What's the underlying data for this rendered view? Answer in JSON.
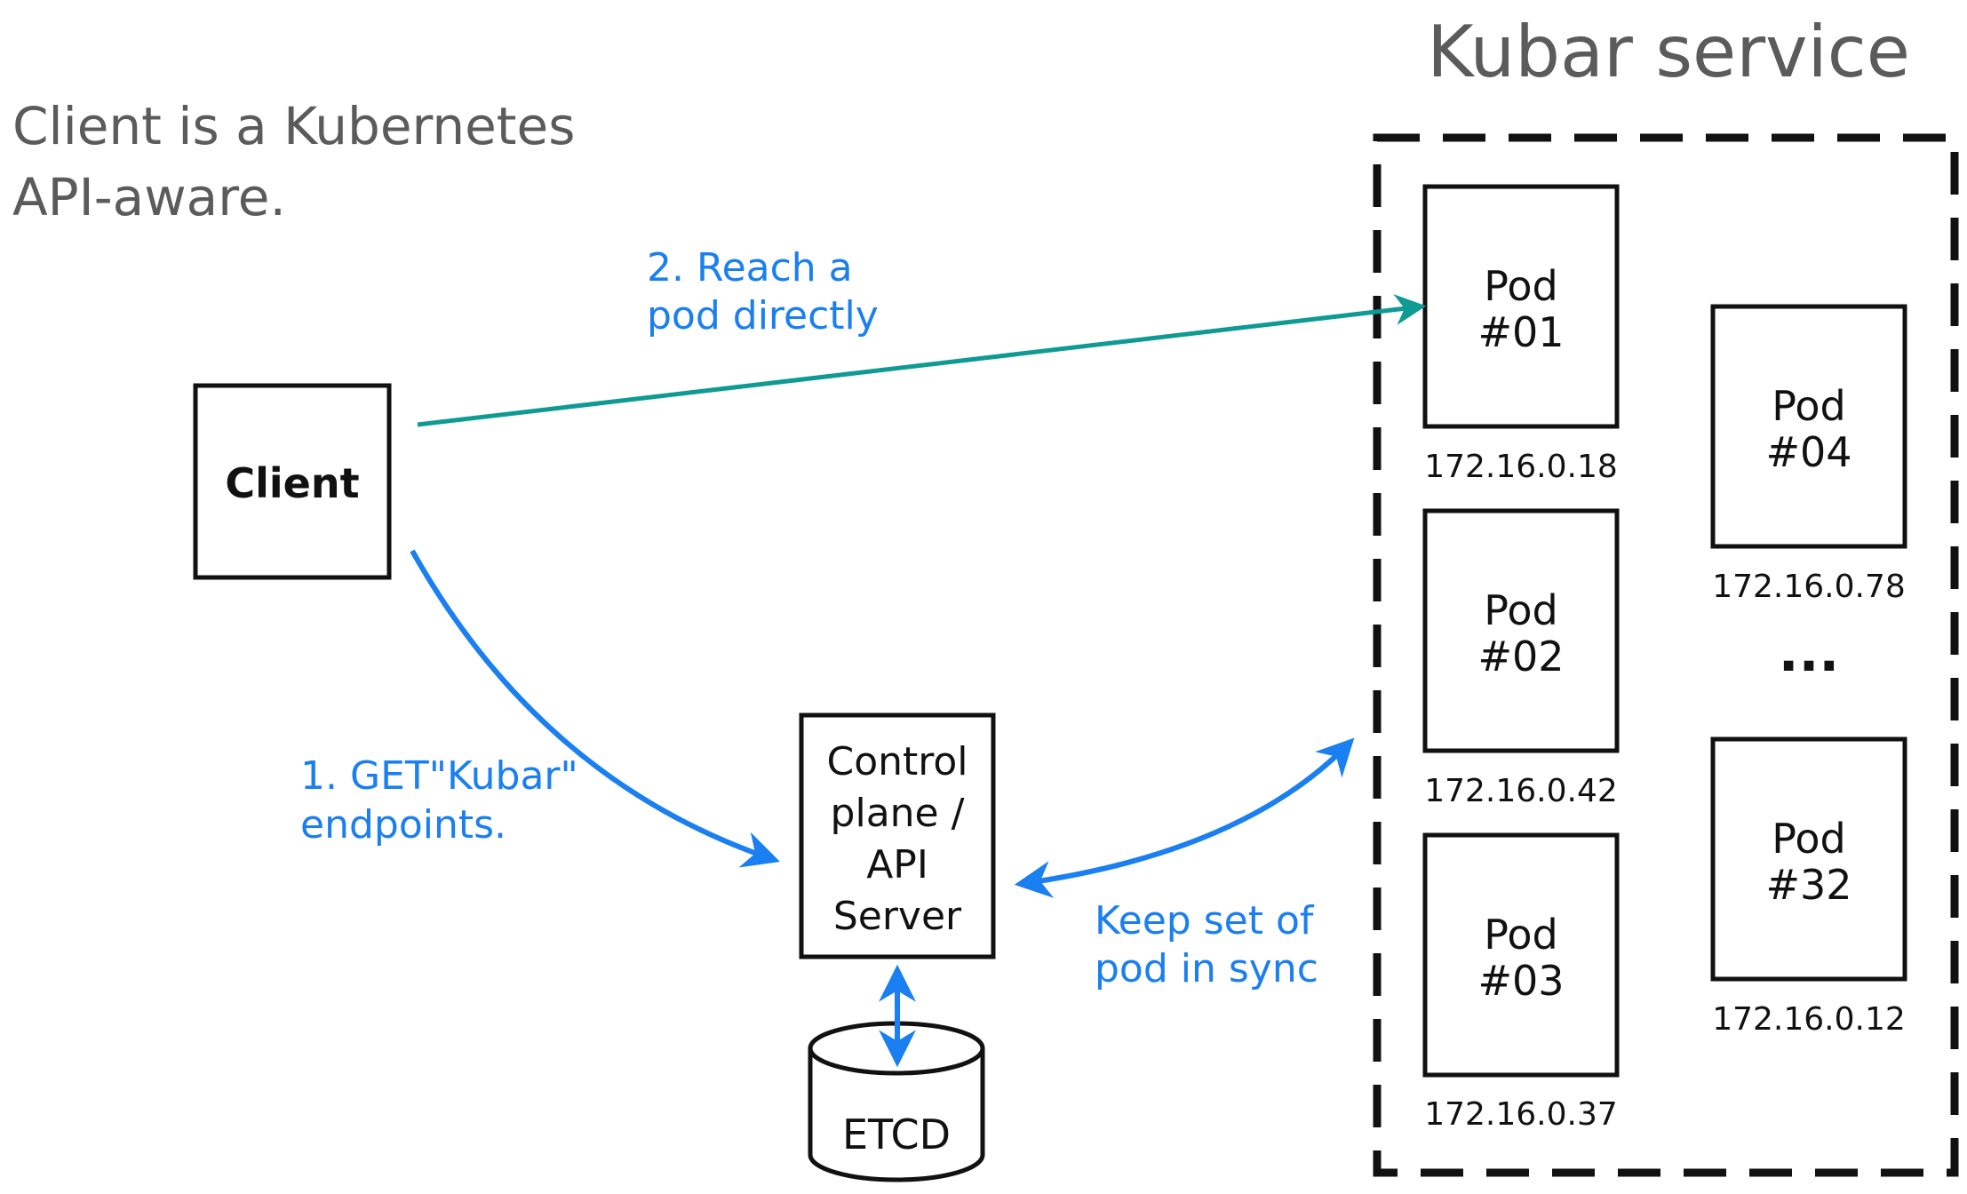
{
  "titles": {
    "service": "Kubar service",
    "client_note_line1": "Client is a Kubernetes",
    "client_note_line2": "API-aware."
  },
  "nodes": {
    "client": "Client",
    "control_plane": [
      "Control",
      "plane /",
      "API",
      "Server"
    ],
    "etcd": "ETCD"
  },
  "pods": [
    {
      "line1": "Pod",
      "line2": "#01",
      "ip": "172.16.0.18"
    },
    {
      "line1": "Pod",
      "line2": "#02",
      "ip": "172.16.0.42"
    },
    {
      "line1": "Pod",
      "line2": "#03",
      "ip": "172.16.0.37"
    },
    {
      "line1": "Pod",
      "line2": "#04",
      "ip": "172.16.0.78"
    },
    {
      "line1": "Pod",
      "line2": "#32",
      "ip": "172.16.0.12"
    }
  ],
  "ellipsis": "...",
  "edges": {
    "reach_pod": [
      "2. Reach a",
      "pod directly"
    ],
    "get_endpoints": [
      "1. GET\"Kubar\"",
      "endpoints."
    ],
    "keep_sync": [
      "Keep set of",
      "pod in sync"
    ]
  },
  "colors": {
    "blue": "#1a7ff0",
    "teal": "#0f9a94",
    "gray_text": "#5b5b5b",
    "stroke": "#111111"
  }
}
